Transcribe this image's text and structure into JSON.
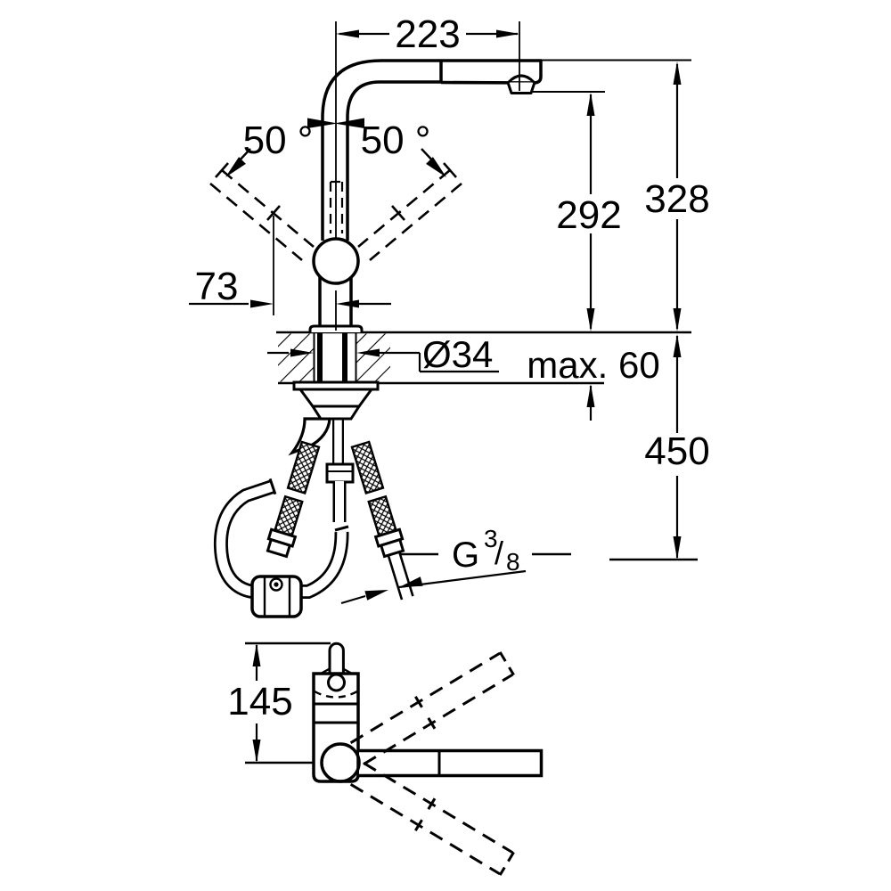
{
  "drawing": {
    "title_semantic": "faucet-installation-dimension-drawing",
    "colors": {
      "line": "#000000",
      "background": "#ffffff"
    }
  },
  "side_view": {
    "dim_spout_reach": "223",
    "dim_swivel_left": "50 °",
    "dim_swivel_right": "50 °",
    "dim_height_to_spout_underside": "292",
    "dim_height_to_spout_top": "328",
    "dim_body_offset": "73",
    "dim_hole_diameter": "Ø34",
    "dim_deck_thickness": "max. 60",
    "dim_hose_length_below_deck": "450",
    "thread": {
      "g": "G",
      "numerator": "3",
      "slash": "/",
      "denominator": "8"
    }
  },
  "top_view": {
    "dim_front_projection": "145"
  }
}
